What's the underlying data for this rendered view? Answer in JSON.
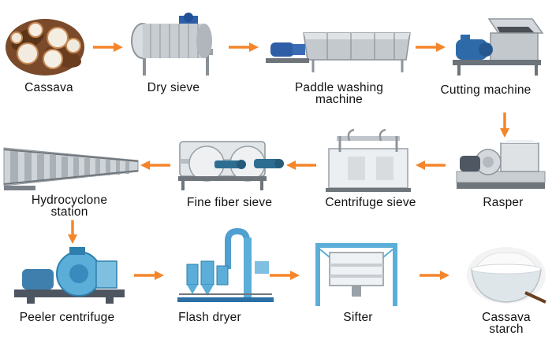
{
  "diagram": {
    "steps": [
      {
        "id": "cassava",
        "label": "Cassava"
      },
      {
        "id": "dry-sieve",
        "label": "Dry sieve"
      },
      {
        "id": "paddle-washing",
        "label": "Paddle washing\nmachine"
      },
      {
        "id": "cutting",
        "label": "Cutting machine"
      },
      {
        "id": "rasper",
        "label": "Rasper"
      },
      {
        "id": "centrifuge-sieve",
        "label": "Centrifuge sieve"
      },
      {
        "id": "fine-fiber-sieve",
        "label": "Fine fiber sieve"
      },
      {
        "id": "hydrocyclone",
        "label": "Hydrocyclone\nstation"
      },
      {
        "id": "peeler-centrifuge",
        "label": "Peeler centrifuge"
      },
      {
        "id": "flash-dryer",
        "label": "Flash dryer"
      },
      {
        "id": "sifter",
        "label": "Sifter"
      },
      {
        "id": "cassava-starch",
        "label": "Cassava\nstarch"
      }
    ],
    "colors": {
      "arrow": "#f5852a",
      "machine_blue": "#5aaed8",
      "steel": "#b9bec3"
    }
  }
}
